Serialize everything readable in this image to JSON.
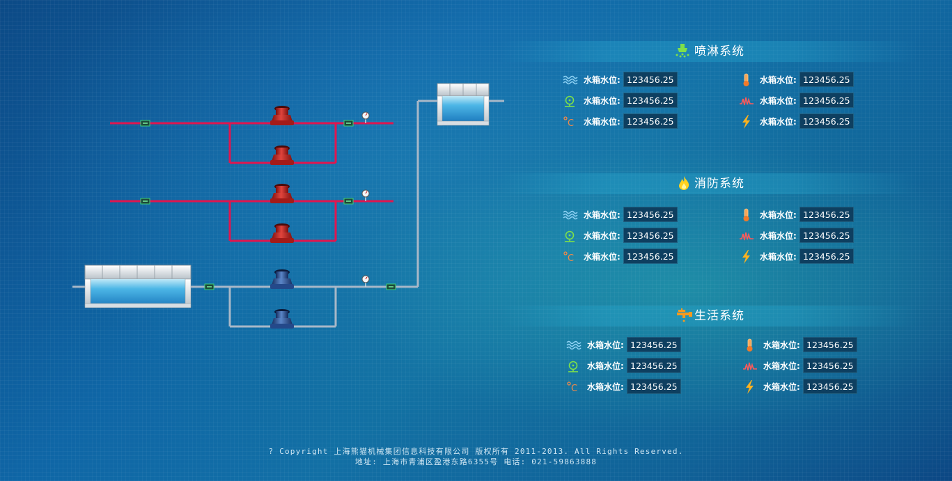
{
  "sections": [
    {
      "title": "喷淋系统",
      "icon": "sprinkler-icon",
      "left": [
        {
          "icon": "water-wave-icon",
          "label": "水箱水位:",
          "value": "123456.25"
        },
        {
          "icon": "pressure-gauge-icon",
          "label": "水箱水位:",
          "value": "123456.25"
        },
        {
          "icon": "celsius-icon",
          "label": "水箱水位:",
          "value": "123456.25"
        }
      ],
      "right": [
        {
          "icon": "thermometer-icon",
          "label": "水箱水位:",
          "value": "123456.25"
        },
        {
          "icon": "waveform-icon",
          "label": "水箱水位:",
          "value": "123456.25"
        },
        {
          "icon": "lightning-icon",
          "label": "水箱水位:",
          "value": "123456.25"
        }
      ]
    },
    {
      "title": "消防系统",
      "icon": "flame-icon",
      "left": [
        {
          "icon": "water-wave-icon",
          "label": "水箱水位:",
          "value": "123456.25"
        },
        {
          "icon": "pressure-gauge-icon",
          "label": "水箱水位:",
          "value": "123456.25"
        },
        {
          "icon": "celsius-icon",
          "label": "水箱水位:",
          "value": "123456.25"
        }
      ],
      "right": [
        {
          "icon": "thermometer-icon",
          "label": "水箱水位:",
          "value": "123456.25"
        },
        {
          "icon": "waveform-icon",
          "label": "水箱水位:",
          "value": "123456.25"
        },
        {
          "icon": "lightning-icon",
          "label": "水箱水位:",
          "value": "123456.25"
        }
      ]
    },
    {
      "title": "生活系统",
      "icon": "faucet-icon",
      "left": [
        {
          "icon": "water-wave-icon",
          "label": "水箱水位:",
          "value": "123456.25"
        },
        {
          "icon": "pressure-gauge-icon",
          "label": "水箱水位:",
          "value": "123456.25"
        },
        {
          "icon": "celsius-icon",
          "label": "水箱水位:",
          "value": "123456.25"
        }
      ],
      "right": [
        {
          "icon": "thermometer-icon",
          "label": "水箱水位:",
          "value": "123456.25"
        },
        {
          "icon": "waveform-icon",
          "label": "水箱水位:",
          "value": "123456.25"
        },
        {
          "icon": "lightning-icon",
          "label": "水箱水位:",
          "value": "123456.25"
        }
      ]
    }
  ],
  "footer": {
    "copyright": "? Copyright 上海熊猫机械集团信息科技有限公司 版权所有 2011-2013. All Rights Reserved.",
    "address": "地址: 上海市青浦区盈港东路6355号 电话: 021-59863888"
  },
  "colors": {
    "fire_pipe": "#e0164f",
    "domestic_pipe": "#a8b8c8",
    "fire_pump": "#c42a25",
    "domestic_pump": "#2e5fa8",
    "water": "#3aa7e0",
    "value_box": "#0e3f60",
    "sprinkler_icon": "#7ee04a",
    "flame_icon": "#ffd21e",
    "faucet_icon": "#f59a1e"
  }
}
